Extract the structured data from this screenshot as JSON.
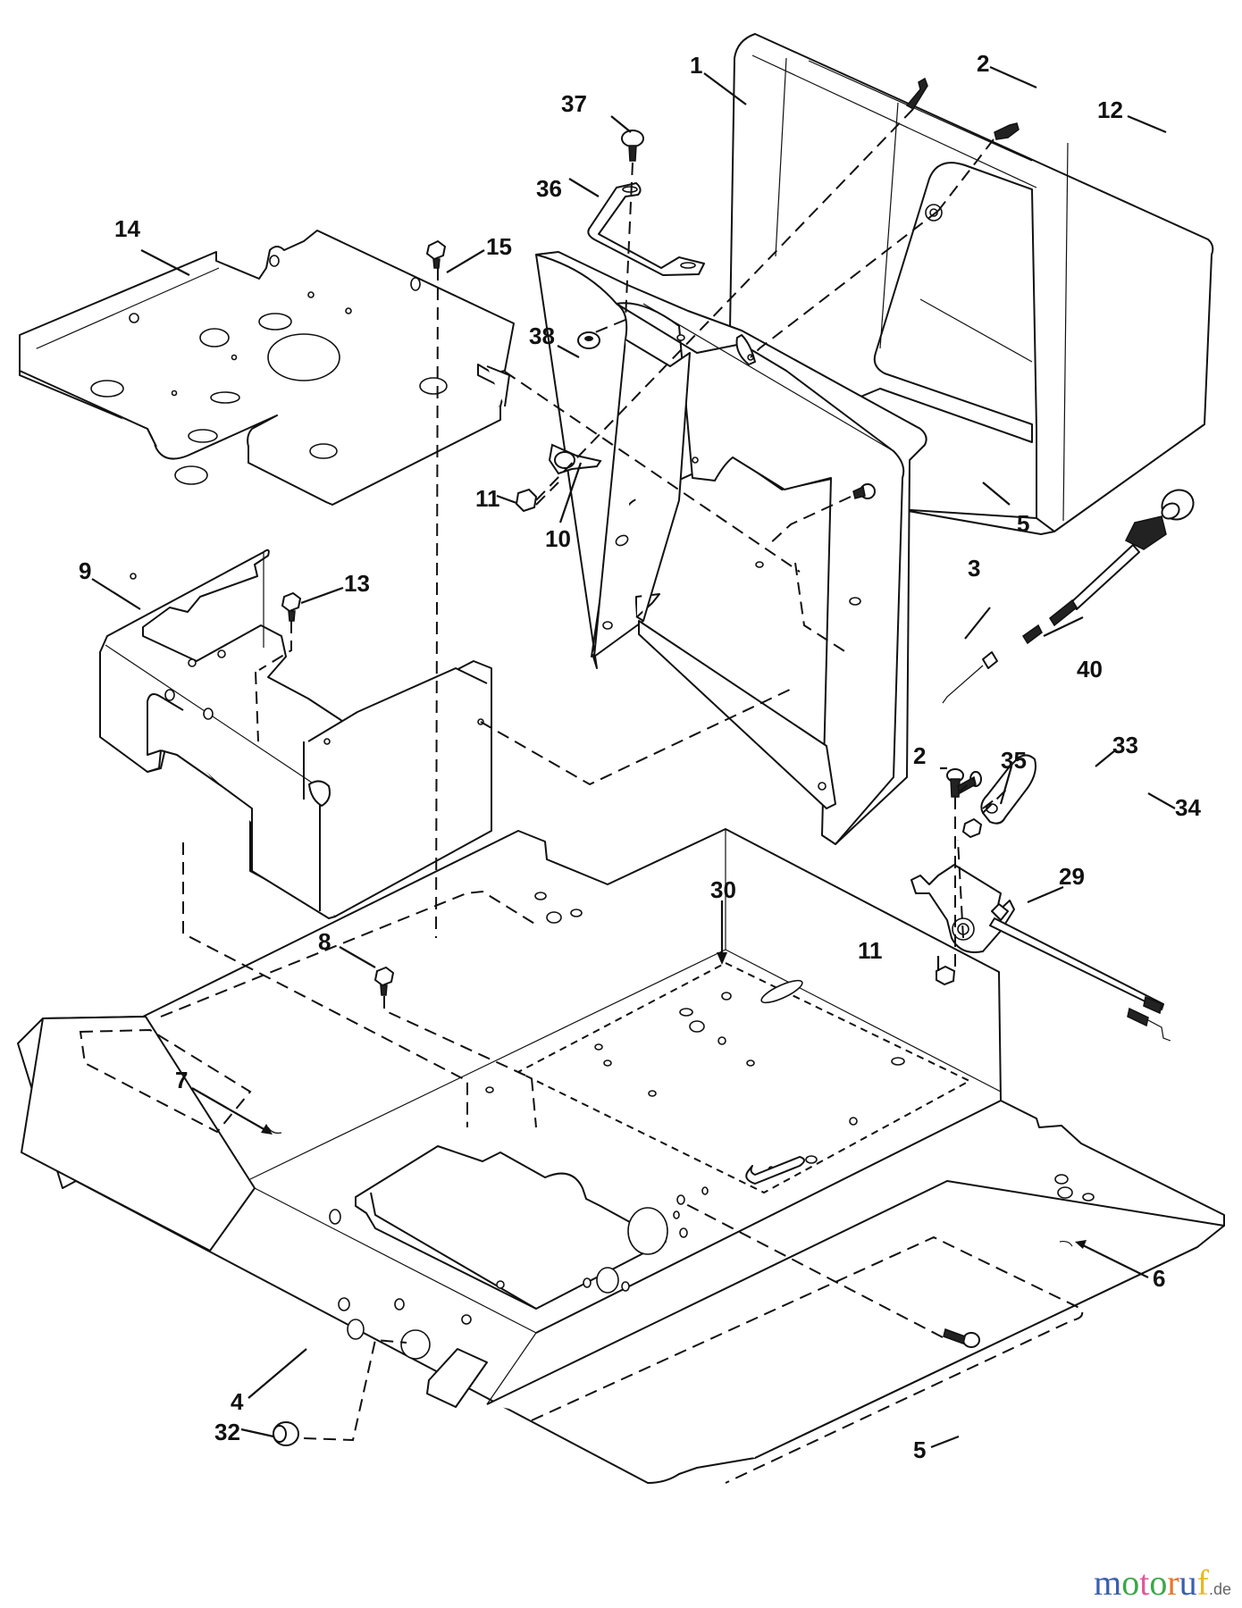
{
  "diagram": {
    "title": "Exploded parts diagram - footrest / dash panel assembly",
    "callouts": [
      {
        "id": "1",
        "label": "1",
        "part": "hood-cover"
      },
      {
        "id": "2a",
        "label": "2",
        "part": "screw-top"
      },
      {
        "id": "12",
        "label": "12",
        "part": "screw-side"
      },
      {
        "id": "37",
        "label": "37",
        "part": "knob"
      },
      {
        "id": "36",
        "label": "36",
        "part": "bracket-handle"
      },
      {
        "id": "14",
        "label": "14",
        "part": "mounting-plate"
      },
      {
        "id": "15",
        "label": "15",
        "part": "bolt"
      },
      {
        "id": "38",
        "label": "38",
        "part": "grommet"
      },
      {
        "id": "11a",
        "label": "11",
        "part": "nut-upper"
      },
      {
        "id": "10",
        "label": "10",
        "part": "bearing-flange"
      },
      {
        "id": "5a",
        "label": "5",
        "part": "screw-right"
      },
      {
        "id": "3",
        "label": "3",
        "part": "dash-panel"
      },
      {
        "id": "40",
        "label": "40",
        "part": "choke-cable"
      },
      {
        "id": "9",
        "label": "9",
        "part": "support-bracket"
      },
      {
        "id": "13",
        "label": "13",
        "part": "bolt-small"
      },
      {
        "id": "2b",
        "label": "2",
        "part": "screw-lever"
      },
      {
        "id": "35",
        "label": "35",
        "part": "nut-lever"
      },
      {
        "id": "33",
        "label": "33",
        "part": "lever-handle"
      },
      {
        "id": "34",
        "label": "34",
        "part": "bolt-lever"
      },
      {
        "id": "29",
        "label": "29",
        "part": "throttle-control"
      },
      {
        "id": "30",
        "label": "30",
        "part": "frame-top-area"
      },
      {
        "id": "8",
        "label": "8",
        "part": "bolt-frame"
      },
      {
        "id": "11b",
        "label": "11",
        "part": "nut-lower"
      },
      {
        "id": "7",
        "label": "7",
        "part": "mat-left"
      },
      {
        "id": "4",
        "label": "4",
        "part": "footrest-frame"
      },
      {
        "id": "6",
        "label": "6",
        "part": "mat-right"
      },
      {
        "id": "32",
        "label": "32",
        "part": "plug"
      },
      {
        "id": "5b",
        "label": "5",
        "part": "screw-bottom"
      }
    ]
  },
  "watermark": {
    "letters": [
      {
        "ch": "m",
        "color": "#3a5fb0"
      },
      {
        "ch": "o",
        "color": "#3aa84a"
      },
      {
        "ch": "t",
        "color": "#e0589a"
      },
      {
        "ch": "o",
        "color": "#3aa84a"
      },
      {
        "ch": "r",
        "color": "#e8762a"
      },
      {
        "ch": "u",
        "color": "#3a5fb0"
      },
      {
        "ch": "f",
        "color": "#e8b820"
      }
    ],
    "tld": ".de"
  }
}
